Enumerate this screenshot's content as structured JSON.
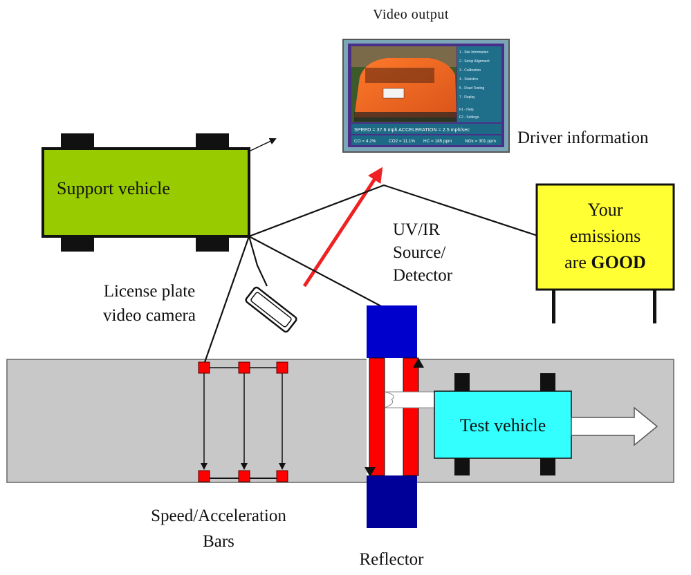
{
  "labels": {
    "video_output": "Video output",
    "driver_information": "Driver information",
    "support_vehicle": "Support vehicle",
    "uv_ir_line1": "UV/IR",
    "uv_ir_line2": "Source/",
    "uv_ir_line3": "Detector",
    "license_line1": "License plate",
    "license_line2": "video camera",
    "speed_line1": "Speed/Acceleration",
    "speed_line2": "Bars",
    "reflector": "Reflector",
    "test_vehicle": "Test vehicle"
  },
  "sign": {
    "line1": "Your",
    "line2": "emissions",
    "line3_prefix": "are ",
    "line3_bold": "GOOD"
  },
  "monitor": {
    "menu": [
      "1 - Site Information",
      "2 - Setup Alignment",
      "3 - Calibration",
      "4 - Statistics",
      "5 - Road Testing",
      "7 - Replay",
      "F1 - Help",
      "F2 - Settings"
    ],
    "speed_line": "SPEED = 37.6 mph ACCELERATION = 2.5 mph/sec",
    "readings": [
      "CO = 4.2%",
      "CO2 = 11.1%",
      "HC = 185 ppm",
      "NOx = 301 ppm"
    ]
  },
  "colors": {
    "support_vehicle": "#99cc00",
    "test_vehicle": "#33ffff",
    "sign": "#ffff33",
    "road": "#c8c8c8",
    "bar_marker": "#ff0000",
    "reflector_blue": "#000099",
    "laser_red": "#ff0000",
    "laser_arrow": "#ee2222"
  }
}
